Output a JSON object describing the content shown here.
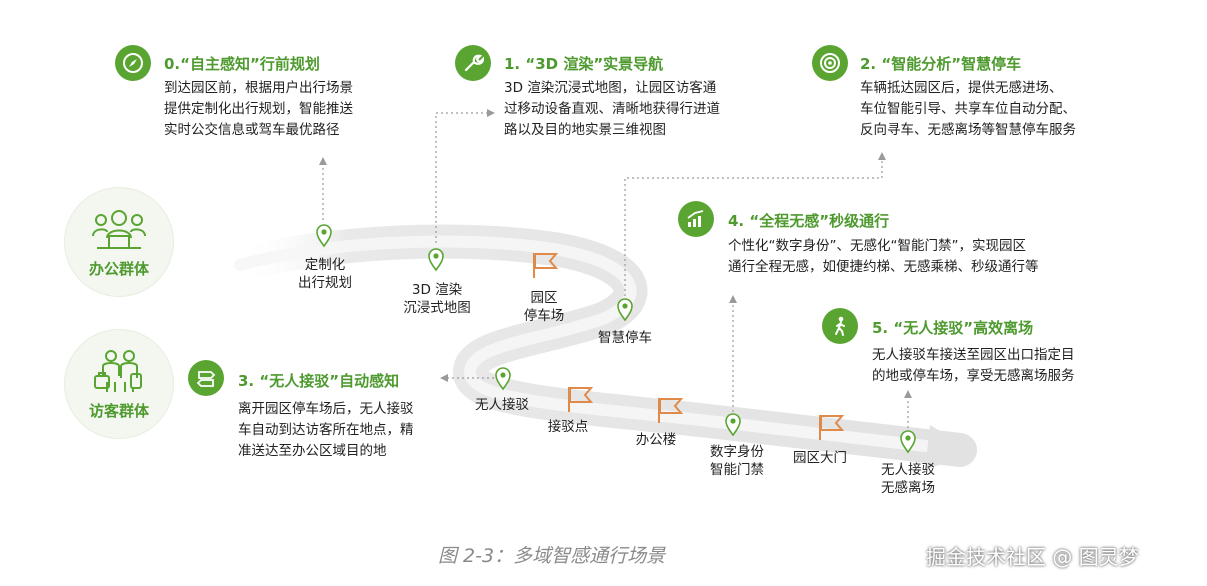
{
  "groups": {
    "office": {
      "label": "办公群体"
    },
    "visitor": {
      "label": "访客群体"
    }
  },
  "steps": [
    {
      "title": "0.“自主感知”行前规划",
      "lines": [
        "到达园区前，根据用户出行场景",
        "提供定制化出行规划，智能推送",
        "实时公交信息或驾车最优路径"
      ]
    },
    {
      "title": "1. “3D 渲染”实景导航",
      "lines": [
        "3D 渲染沉浸式地图，让园区访客通",
        "过移动设备直观、清晰地获得行进道",
        "路以及目的地实景三维视图"
      ]
    },
    {
      "title": "2. “智能分析”智慧停车",
      "lines": [
        "车辆抵达园区后，提供无感进场、",
        "车位智能引导、共享车位自动分配、",
        "反向寻车、无感离场等智慧停车服务"
      ]
    },
    {
      "title": "3. “无人接驳”自动感知",
      "lines": [
        "离开园区停车场后，无人接驳",
        "车自动到达访客所在地点，精",
        "准送达至办公区域目的地"
      ]
    },
    {
      "title": "4. “全程无感”秒级通行",
      "lines": [
        "个性化“数字身份”、无感化“智能门禁”，实现园区",
        "通行全程无感，如便捷约梯、无感乘梯、秒级通行等"
      ]
    },
    {
      "title": "5. “无人接驳”高效离场",
      "lines": [
        "无人接驳车接送至园区出口指定目",
        "的地或停车场，享受无感离场服务"
      ]
    }
  ],
  "nodes": {
    "n1": [
      "定制化",
      "出行规划"
    ],
    "n2": [
      "3D 渲染",
      "沉浸式地图"
    ],
    "n3": [
      "园区",
      "停车场"
    ],
    "n4": [
      "智慧停车"
    ],
    "n5": [
      "无人接驳"
    ],
    "n6": [
      "接驳点"
    ],
    "n7": [
      "办公楼"
    ],
    "n8": [
      "数字身份",
      "智能门禁"
    ],
    "n9": [
      "园区大门"
    ],
    "n10": [
      "无人接驳",
      "无感离场"
    ]
  },
  "icons": {
    "step0": "compass-icon",
    "step1": "wrench-icon",
    "step2": "target-icon",
    "step3": "signpost-icon",
    "step4": "growth-chart-icon",
    "step5": "walking-person-icon"
  },
  "colors": {
    "accent": "#5aa532",
    "flag": "#e08a4a",
    "road": "#e6e6e6"
  },
  "caption": "图 2-3：多域智感通行场景",
  "watermark": "掘金技术社区 @ 图灵梦"
}
